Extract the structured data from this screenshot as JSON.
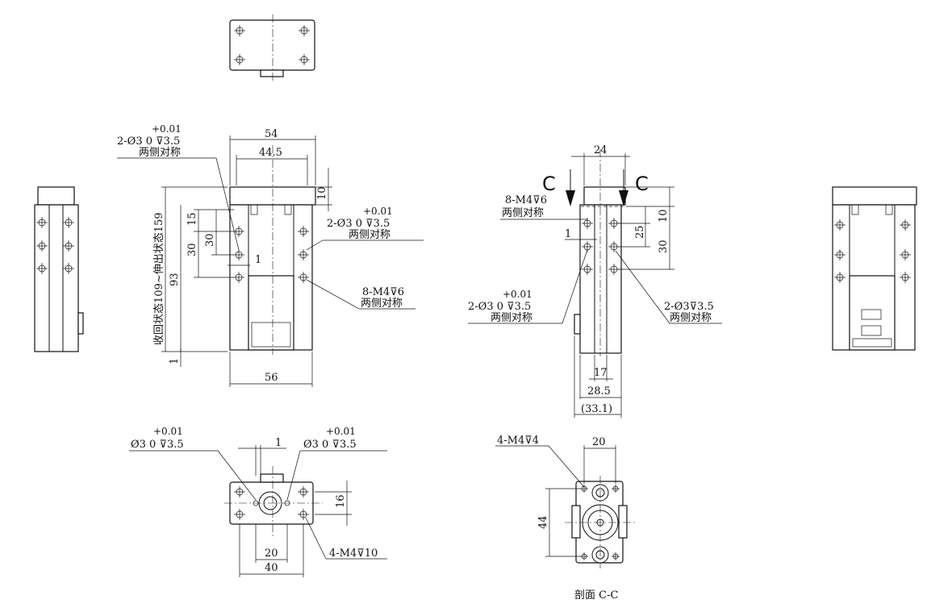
{
  "front_view": {
    "dims": {
      "w54": "54",
      "w44_5": "44.5",
      "h10": "10",
      "w56": "56",
      "h93": "93",
      "h1": "1",
      "h15": "15",
      "h30a": "30",
      "h30b": "30",
      "offset1": "1"
    },
    "stroke_label": "收回状态109~伸出状态159",
    "note_pin_left": {
      "line1": "2-Ø3  0   ⊽3.5",
      "tol": "+0.01",
      "sub": "两侧对称"
    },
    "note_pin_right": {
      "line1": "2-Ø3  0   ⊽3.5",
      "tol": "+0.01",
      "sub": "两侧对称"
    },
    "note_tap": {
      "line1": "8-M4⊽6",
      "sub": "两侧对称"
    }
  },
  "side_view": {
    "dims": {
      "w24": "24",
      "h10": "10",
      "h25": "25",
      "h30": "30",
      "offset1": "1",
      "w17": "17",
      "w28_5": "28.5",
      "w33_1": "(33.1)"
    },
    "section_mark_left": "C",
    "section_mark_right": "C",
    "note_tap": {
      "line1": "8-M4⊽6",
      "sub": "两侧对称"
    },
    "note_pin_left": {
      "line1": "2-Ø3  0   ⊽3.5",
      "tol": "+0.01",
      "sub": "两侧对称"
    },
    "note_pin_right": {
      "line1": "2-Ø3⊽3.5",
      "sub": "两侧对称"
    }
  },
  "bottom_view": {
    "dims": {
      "offset1": "1",
      "h16": "16",
      "w20": "20",
      "w40": "40"
    },
    "note_pin_left": {
      "line1": "Ø3  0   ⊽3.5",
      "tol": "+0.01"
    },
    "note_pin_right": {
      "line1": "Ø3  0   ⊽3.5",
      "tol": "+0.01"
    },
    "note_tap": "4-M4⊽10"
  },
  "section_view": {
    "dims": {
      "w20": "20",
      "h44": "44"
    },
    "note_tap": "4-M4⊽4",
    "caption": "剖面 C-C"
  }
}
